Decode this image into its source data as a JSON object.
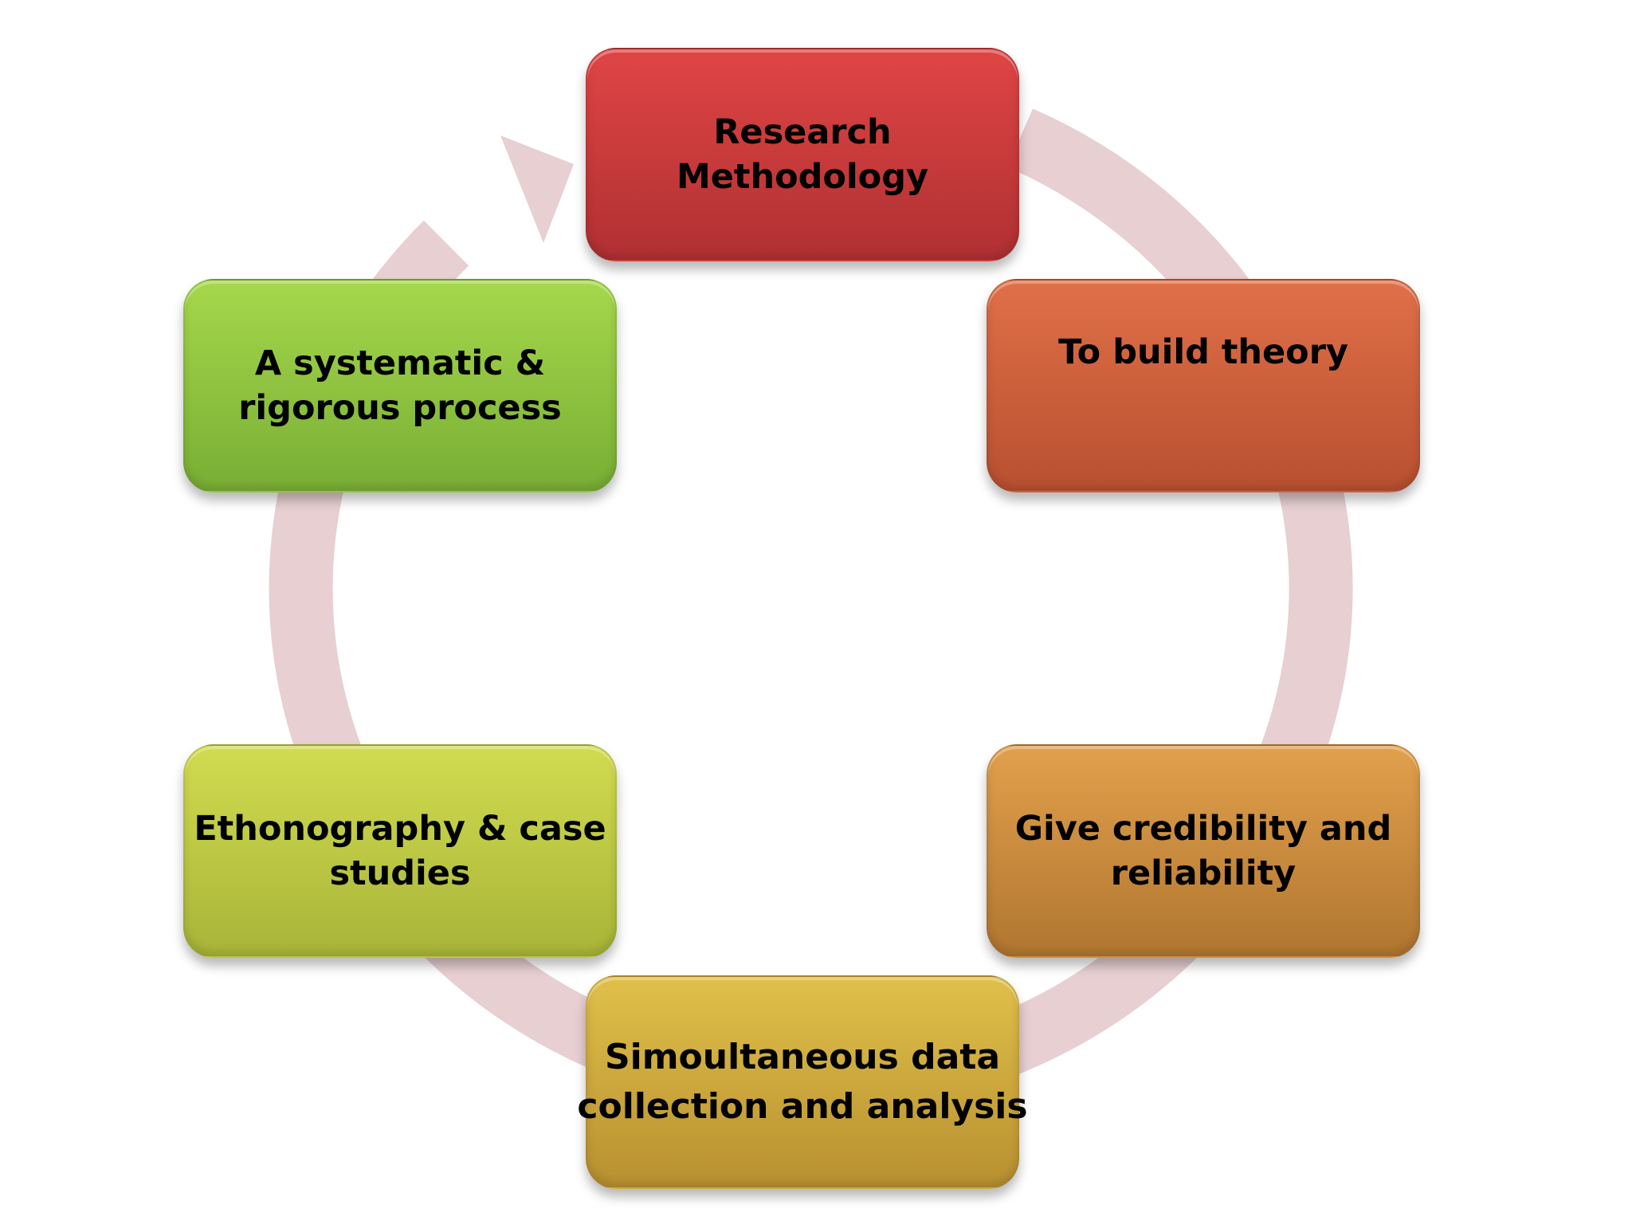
{
  "diagram": {
    "type": "cycle",
    "nodes": [
      {
        "id": "research",
        "lines": [
          "Research",
          "Methodology"
        ],
        "color": "#c8383a"
      },
      {
        "id": "theory",
        "lines": [
          "To build theory"
        ],
        "color": "#cd5f3c"
      },
      {
        "id": "credibility",
        "lines": [
          "Give credibility and",
          "reliability"
        ],
        "color": "#c98a3c"
      },
      {
        "id": "simultaneous",
        "lines": [
          "Simoultaneous data",
          "collection and analysis"
        ],
        "color": "#cca83c"
      },
      {
        "id": "ethnography",
        "lines": [
          "Ethonography & case",
          "studies"
        ],
        "color": "#bcc844"
      },
      {
        "id": "systematic",
        "lines": [
          "A systematic &",
          "rigorous  process"
        ],
        "color": "#8fc340"
      }
    ],
    "ring_color": "#e7cfd2",
    "edges": [
      {
        "from": "systematic",
        "to": "research",
        "arrow": true
      }
    ]
  }
}
